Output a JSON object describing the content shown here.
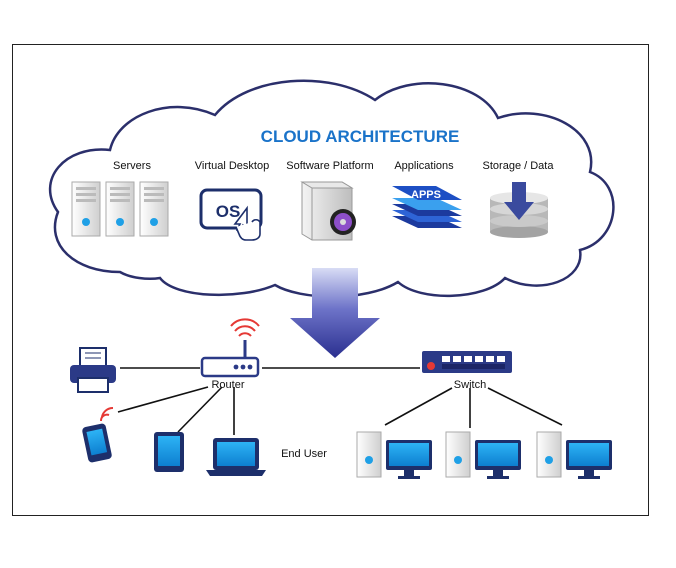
{
  "diagram": {
    "title": "CLOUD ARCHITECTURE",
    "cloud_services": [
      {
        "label": "Servers",
        "icon": "server-rack-icon"
      },
      {
        "label": "Virtual Desktop",
        "icon": "monitor-os-icon",
        "icon_text": "OS"
      },
      {
        "label": "Software Platform",
        "icon": "software-box-icon"
      },
      {
        "label": "Applications",
        "icon": "apps-stack-icon",
        "icon_text": "APPS"
      },
      {
        "label": "Storage / Data",
        "icon": "database-icon"
      }
    ],
    "network": {
      "router_label": "Router",
      "switch_label": "Switch",
      "end_user_label": "End User"
    },
    "colors": {
      "title": "#1a73c9",
      "cloud_outline": "#2b2f6b",
      "arrow": "#34379a",
      "device_blue": "#1fa0e6"
    }
  }
}
